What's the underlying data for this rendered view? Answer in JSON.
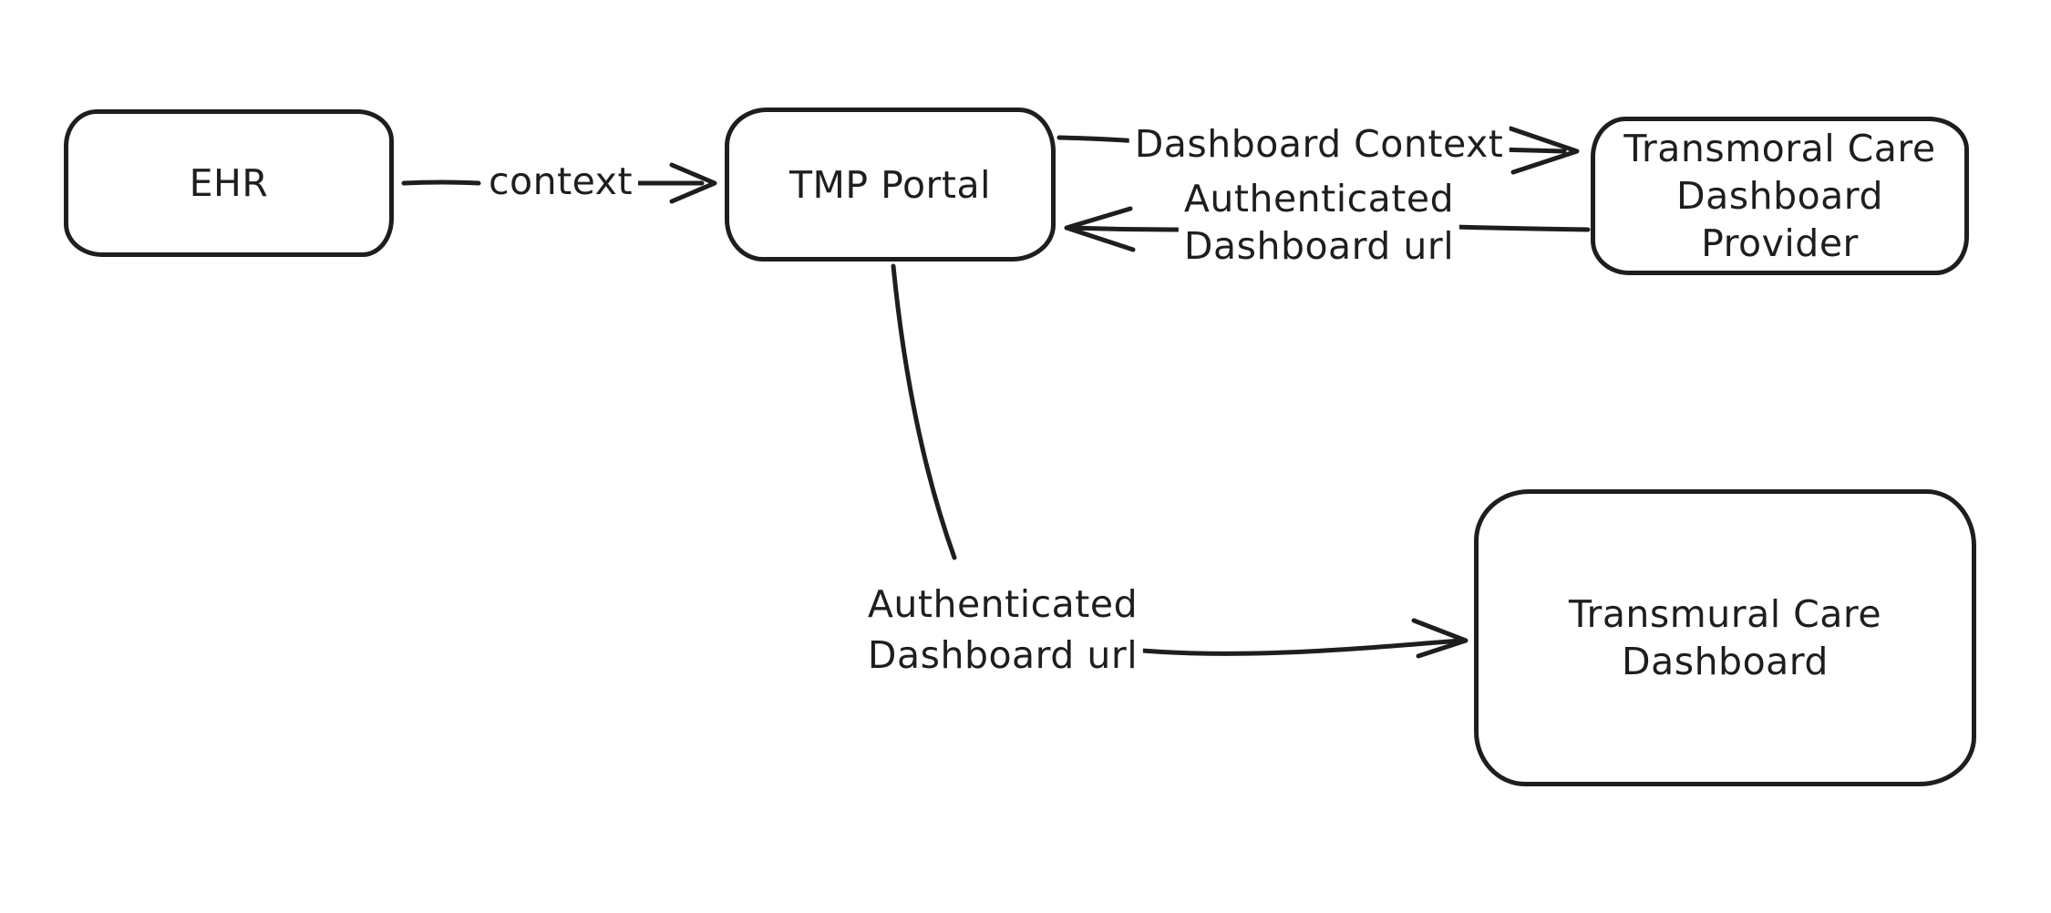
{
  "diagram": {
    "colors": {
      "stroke": "#1e1e1e",
      "background": "#ffffff"
    },
    "nodes": [
      {
        "id": "ehr",
        "label": "EHR"
      },
      {
        "id": "tmp-portal",
        "label": "TMP Portal"
      },
      {
        "id": "transmoral-care-dashboard-provider",
        "label": "Transmoral Care\nDashboard Provider"
      },
      {
        "id": "transmural-care-dashboard",
        "label": "Transmural Care\nDashboard"
      }
    ],
    "edges": [
      {
        "id": "context",
        "label": "context",
        "from": "ehr",
        "to": "tmp-portal",
        "direction": "right"
      },
      {
        "id": "dashboard-context",
        "label": "Dashboard Context",
        "from": "tmp-portal",
        "to": "transmoral-care-dashboard-provider",
        "direction": "right"
      },
      {
        "id": "authenticated-dashboard-url-return",
        "label": "Authenticated\nDashboard url",
        "from": "transmoral-care-dashboard-provider",
        "to": "tmp-portal",
        "direction": "left"
      },
      {
        "id": "authenticated-dashboard-url-open",
        "label": "Authenticated\nDashboard url",
        "from": "tmp-portal",
        "to": "transmural-care-dashboard",
        "direction": "right"
      }
    ]
  }
}
